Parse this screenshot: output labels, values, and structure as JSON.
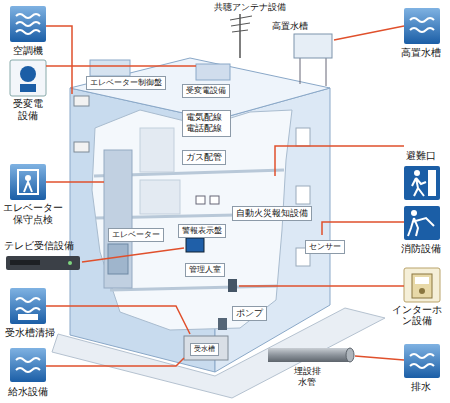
{
  "diagram": {
    "nodes": [
      {
        "text": [
          "エレベーター制御盤"
        ]
      },
      {
        "text": [
          "受変電設備"
        ]
      },
      {
        "text": [
          "電気配線 電話配線"
        ]
      },
      {
        "text": [
          "ガス配管"
        ]
      },
      {
        "text": [
          "自動火災報知設備"
        ]
      },
      {
        "text": [
          "警報表示盤"
        ]
      },
      {
        "text": [
          "エレベーター"
        ]
      },
      {
        "text": [
          "管理人室"
        ]
      },
      {
        "text": [
          "センサー"
        ]
      },
      {
        "text": [
          "ポンプ"
        ]
      },
      {
        "text": [
          "受水槽"
        ]
      }
    ],
    "labels": [
      "共聴アンテナ設備",
      "高置水槽",
      "空調機",
      "高置水槽",
      "受変電設備",
      "避難口",
      "エレベーター保守点検",
      "消防設備",
      "テレビ受信設備",
      "インターホン設備",
      "受水槽清掃",
      "埋設排水管",
      "排水",
      "給水設備"
    ]
  }
}
